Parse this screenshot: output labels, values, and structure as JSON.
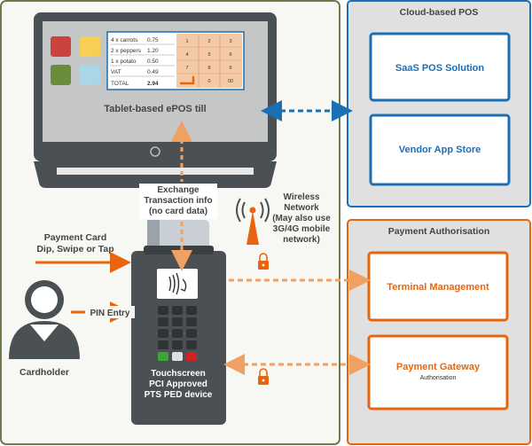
{
  "panels": {
    "cloud": {
      "title": "Cloud-based POS"
    },
    "payment": {
      "title": "Payment Authorisation"
    }
  },
  "services": {
    "saas": "SaaS POS Solution",
    "store": "Vendor App Store",
    "terminal": "Terminal Management",
    "gateway": "Payment Gateway",
    "gateway_sub": "Authorisation"
  },
  "till": {
    "label": "Tablet-based ePOS till",
    "receipt": [
      {
        "item": "4 x carrots",
        "price": "0.75"
      },
      {
        "item": "2 x peppers",
        "price": "1.20"
      },
      {
        "item": "1 x potato",
        "price": "0.50"
      },
      {
        "item": "VAT",
        "price": "0.49"
      },
      {
        "item": "TOTAL",
        "price": "2.94"
      }
    ],
    "keypad": [
      "1",
      "2",
      "3",
      "4",
      "5",
      "6",
      "7",
      "8",
      "9",
      "0",
      "00"
    ]
  },
  "labels": {
    "exchange": [
      "Exchange",
      "Transaction info",
      "(no card data)"
    ],
    "wireless": [
      "Wireless",
      "Network",
      "(May also use",
      "3G/4G mobile",
      "network)"
    ],
    "payment_card": [
      "Payment Card",
      "Dip, Swipe or Tap"
    ],
    "pin_entry": "PIN Entry",
    "cardholder": "Cardholder",
    "terminal": [
      "Touchscreen",
      "PCI Approved",
      "PTS PED device"
    ]
  },
  "colors": {
    "blue": "#1a6fb5",
    "orange": "#e8650d",
    "panel": "#e0e0e0",
    "green_border": "#6b7a4a",
    "dark": "#4a5054"
  }
}
